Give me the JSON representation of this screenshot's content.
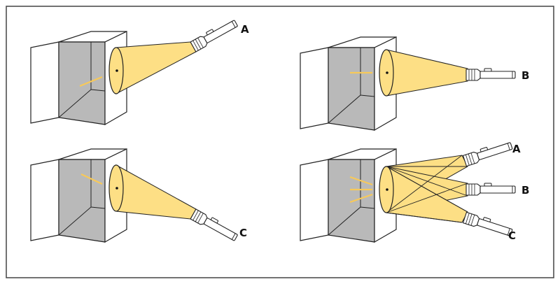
{
  "panels": [
    {
      "id": "top-left",
      "labels": [
        "A"
      ]
    },
    {
      "id": "top-right",
      "labels": [
        "B"
      ]
    },
    {
      "id": "bottom-left",
      "labels": [
        "C"
      ]
    },
    {
      "id": "bottom-right",
      "labels": [
        "A",
        "B",
        "C"
      ]
    }
  ],
  "colors": {
    "frame": "#444444",
    "box_interior": "#b9b9b9",
    "beam": "#fddf85",
    "ray": "#f7c95a",
    "outline": "#222222"
  }
}
